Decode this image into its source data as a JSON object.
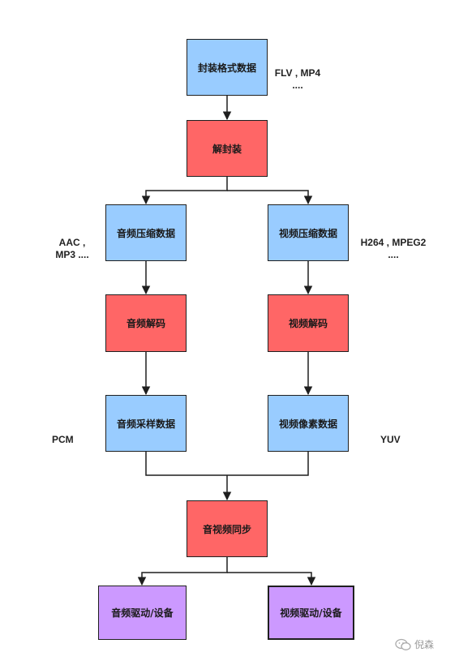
{
  "colors": {
    "blue": "#99ccff",
    "red": "#ff6666",
    "purple": "#cc99ff",
    "line": "#1f1f1f"
  },
  "nodes": {
    "container_data": "封装格式数据",
    "demux": "解封装",
    "audio_compressed": "音频压缩数据",
    "video_compressed": "视频压缩数据",
    "audio_decode": "音频解码",
    "video_decode": "视频解码",
    "audio_samples": "音频采样数据",
    "video_pixels": "视频像素数据",
    "av_sync": "音视频同步",
    "audio_device": "音频驱动/设备",
    "video_device": "视频驱动/设备"
  },
  "notes": {
    "container_formats_1": "FLV , MP4",
    "container_formats_2": "....",
    "audio_codecs_1": "AAC ,",
    "audio_codecs_2": "MP3 ....",
    "video_codecs_1": "H264 , MPEG2",
    "video_codecs_2": "....",
    "audio_raw": "PCM",
    "video_raw": "YUV"
  },
  "watermark": {
    "text": "倪森",
    "icon": "wechat-icon"
  }
}
